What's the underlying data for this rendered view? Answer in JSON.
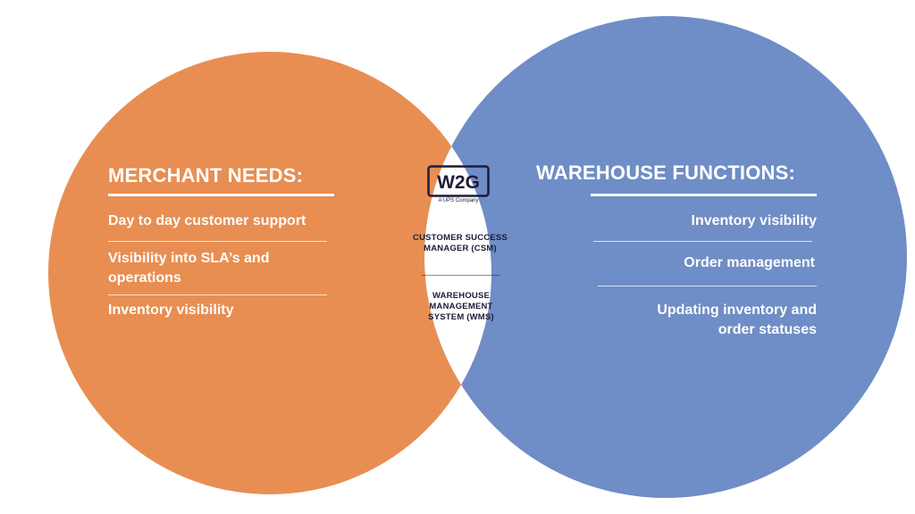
{
  "colors": {
    "merchant": "#e88e52",
    "warehouse": "#6f8dc6",
    "intersection": "#ffffff",
    "dark": "#1e1b3a"
  },
  "merchant": {
    "heading": "MERCHANT NEEDS:",
    "items": [
      "Day to day customer support",
      "Visibility into SLA’s and operations",
      "Inventory visibility"
    ]
  },
  "warehouse": {
    "heading": "WAREHOUSE FUNCTIONS:",
    "items": [
      "Inventory visibility",
      "Order management",
      "Updating inventory and order statuses"
    ]
  },
  "center": {
    "logo_text": "W2G",
    "logo_subtext": "A UPS Company",
    "roles": [
      "CUSTOMER SUCCESS MANAGER (CSM)",
      "WAREHOUSE MANAGEMENT SYSTEM (WMS)"
    ]
  }
}
